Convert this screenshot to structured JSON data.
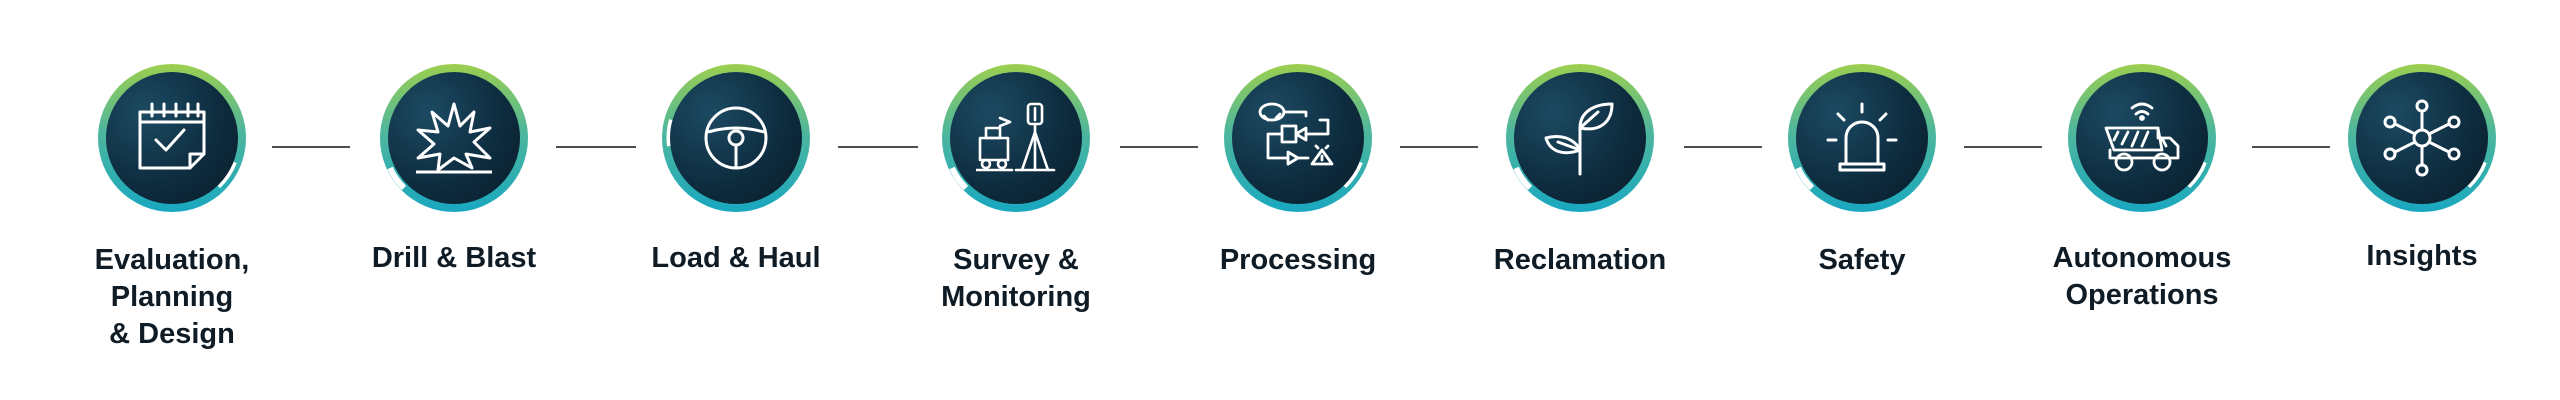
{
  "steps": [
    {
      "id": "evaluation",
      "lines": [
        "Evaluation,",
        "Planning",
        "& Design"
      ],
      "icon": "calendar-check-icon"
    },
    {
      "id": "drill-blast",
      "lines": [
        "Drill & Blast"
      ],
      "icon": "explosion-icon"
    },
    {
      "id": "load-haul",
      "lines": [
        "Load & Haul"
      ],
      "icon": "steering-wheel-icon"
    },
    {
      "id": "survey",
      "lines": [
        "Survey &",
        "Monitoring"
      ],
      "icon": "survey-equipment-icon"
    },
    {
      "id": "processing",
      "lines": [
        "Processing"
      ],
      "icon": "process-flow-icon"
    },
    {
      "id": "reclamation",
      "lines": [
        "Reclamation"
      ],
      "icon": "plant-sprout-icon"
    },
    {
      "id": "safety",
      "lines": [
        "Safety"
      ],
      "icon": "alarm-beacon-icon"
    },
    {
      "id": "autonomous",
      "lines": [
        "Autonomous",
        "Operations"
      ],
      "icon": "autonomous-truck-icon"
    },
    {
      "id": "insights",
      "lines": [
        "Insights"
      ],
      "icon": "network-hub-icon"
    }
  ],
  "colors": {
    "ring_green": "#9ccf4e",
    "ring_teal": "#19a7c0",
    "core_dark": "#0e2d40",
    "label": "#0f1c26",
    "connector": "#4a4f54"
  }
}
